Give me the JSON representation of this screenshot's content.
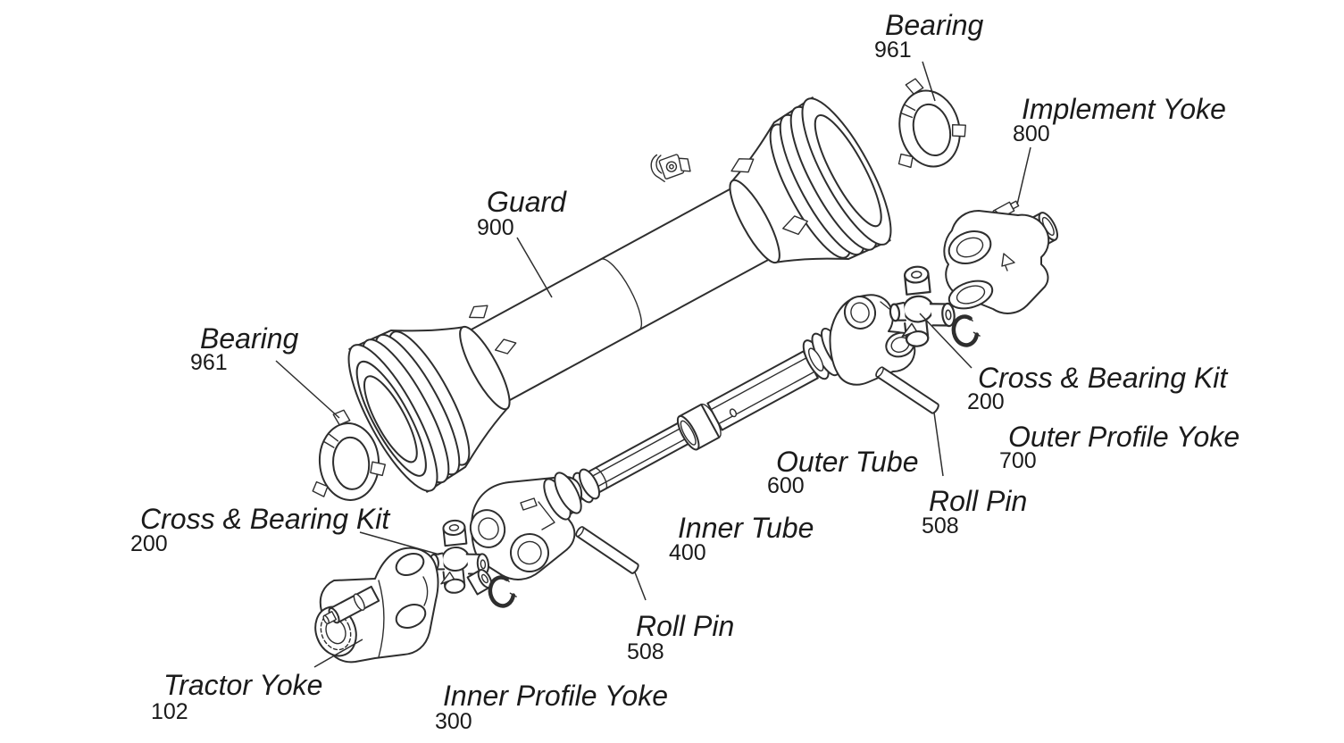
{
  "diagram": {
    "type": "exploded-parts-diagram",
    "subject": "PTO drive shaft",
    "background": "#ffffff",
    "line_color": "#2e2e2e",
    "text_color": "#1b1b1b",
    "labels": [
      {
        "id": "bearing-top",
        "part": "Bearing",
        "number": "961"
      },
      {
        "id": "implement-yoke",
        "part": "Implement Yoke",
        "number": "800"
      },
      {
        "id": "guard",
        "part": "Guard",
        "number": "900"
      },
      {
        "id": "bearing-left",
        "part": "Bearing",
        "number": "961"
      },
      {
        "id": "cross-bearing-kit-right",
        "part": "Cross & Bearing Kit",
        "number": "200"
      },
      {
        "id": "outer-profile-yoke",
        "part": "Outer Profile Yoke",
        "number": "700"
      },
      {
        "id": "outer-tube",
        "part": "Outer Tube",
        "number": "600"
      },
      {
        "id": "roll-pin-right",
        "part": "Roll Pin",
        "number": "508"
      },
      {
        "id": "inner-tube",
        "part": "Inner Tube",
        "number": "400"
      },
      {
        "id": "cross-bearing-kit-left",
        "part": "Cross & Bearing Kit",
        "number": "200"
      },
      {
        "id": "roll-pin-bottom",
        "part": "Roll Pin",
        "number": "508"
      },
      {
        "id": "tractor-yoke",
        "part": "Tractor Yoke",
        "number": "102"
      },
      {
        "id": "inner-profile-yoke",
        "part": "Inner Profile Yoke",
        "number": "300"
      }
    ]
  }
}
